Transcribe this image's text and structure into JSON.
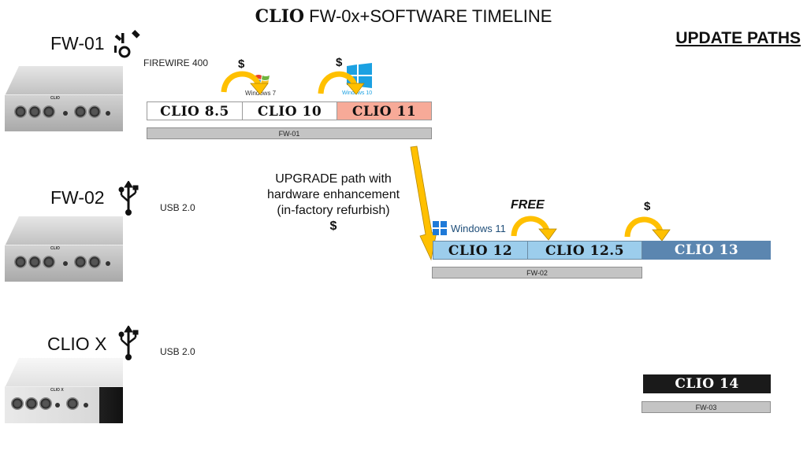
{
  "title": {
    "bold": "CLIO",
    "rest": "FW-0x+SOFTWARE TIMELINE"
  },
  "update_paths": "UPDATE PATHS",
  "devices": [
    {
      "name": "FW-01",
      "connection": "FIREWIRE 400",
      "icon": "firewire-icon",
      "brand": "CLIO"
    },
    {
      "name": "FW-02",
      "connection": "USB 2.0",
      "icon": "usb-icon",
      "brand": "CLIO"
    },
    {
      "name": "CLIO X",
      "connection": "USB 2.0",
      "icon": "usb-icon",
      "brand": "CLIO X"
    }
  ],
  "fw01": {
    "versions": [
      "CLIO 8.5",
      "CLIO 10",
      "CLIO 11"
    ],
    "bar": "FW-01",
    "prices": [
      "$",
      "$"
    ],
    "os_labels": [
      "Windows 7",
      "Windows 10"
    ]
  },
  "upgrade": {
    "lines": [
      "UPGRADE path with",
      "hardware enhancement",
      "(in-factory refurbish)"
    ],
    "price": "$"
  },
  "fw02": {
    "versions": [
      "CLIO 12",
      "CLIO 12.5",
      "CLIO 13"
    ],
    "bar": "FW-02",
    "free_label": "FREE",
    "price": "$",
    "os_label": "Windows 11"
  },
  "fw03": {
    "versions": [
      "CLIO 14"
    ],
    "bar": "FW-03"
  },
  "colors": {
    "clio11": "#f7aa98",
    "clio12": "#9ccdec",
    "clio13": "#5b86b0",
    "clio14": "#1a1a1a",
    "arrow": "#ffc000",
    "bar": "#c4c4c4"
  }
}
